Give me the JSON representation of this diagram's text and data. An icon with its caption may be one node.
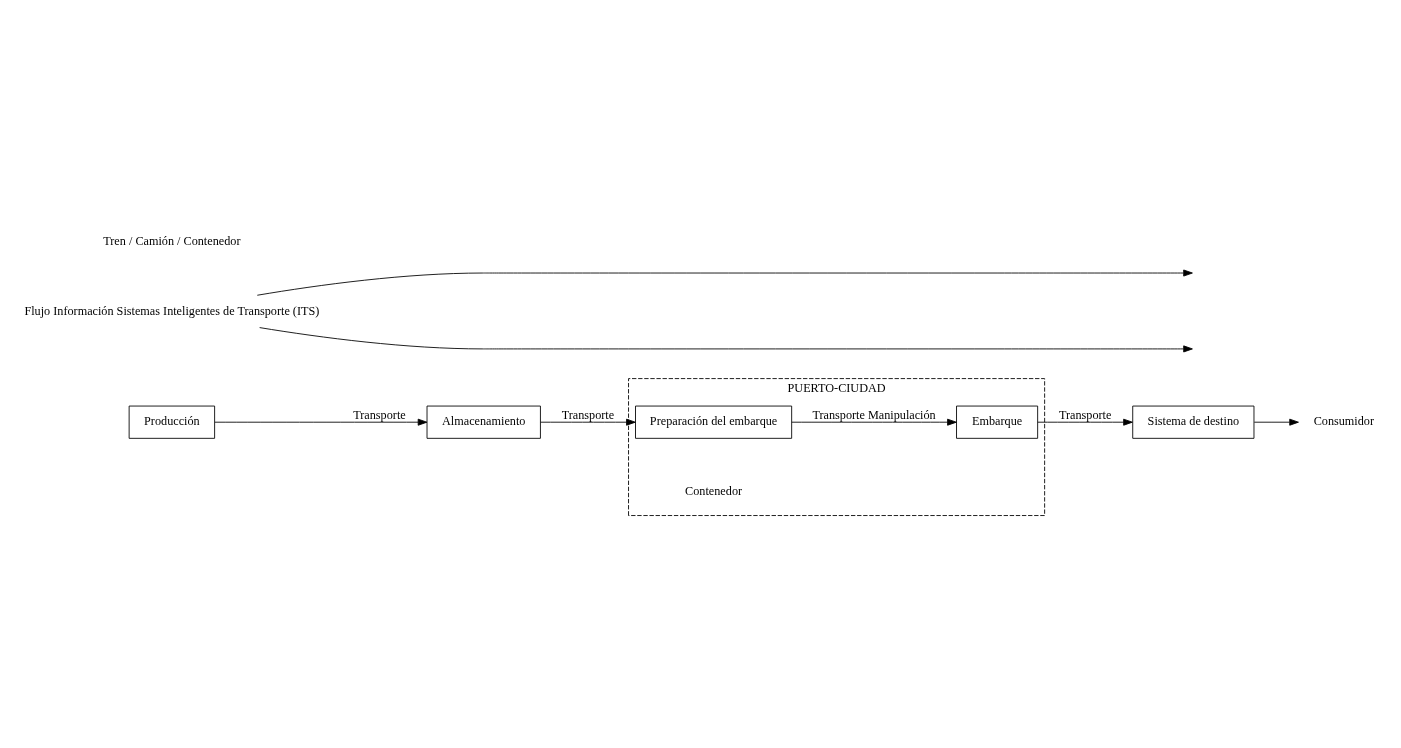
{
  "diagram": {
    "nodes": [
      {
        "text": [
          "Producción"
        ]
      },
      {
        "text": [
          "Almacenamiento"
        ]
      },
      {
        "text": [
          "PUERTO-CIUDAD"
        ]
      },
      {
        "text": [
          "Preparación del embarque"
        ],
        "in": 2
      },
      {
        "text": [
          "Embarque"
        ],
        "in": 2
      },
      {
        "text": [
          "Sistema de destino"
        ]
      },
      {
        "text": [
          "Consumidor"
        ]
      },
      {
        "text": [
          "Flujo Información Sistemas Inteligentes de Transporte (ITS)"
        ]
      }
    ],
    "edges": [
      {
        "from": 0,
        "to": 1,
        "arrow": "to",
        "label": "Transporte"
      },
      {
        "from": 1,
        "to": 3,
        "arrow": "to",
        "label": "Transporte"
      },
      {
        "from": 3,
        "to": 4,
        "arrow": "to",
        "label": "Transporte Manipulación"
      },
      {
        "from": 4,
        "to": 5,
        "arrow": "to",
        "label": "Transporte"
      },
      {
        "from": 5,
        "to": 6,
        "arrow": "to"
      },
      {
        "from": 7,
        "to": null,
        "arrow": "to"
      },
      {
        "from": 7,
        "to": null,
        "arrow": "to"
      }
    ],
    "labels": [
      "Tren / Camión / Contenedor",
      "Contenedor"
    ]
  }
}
